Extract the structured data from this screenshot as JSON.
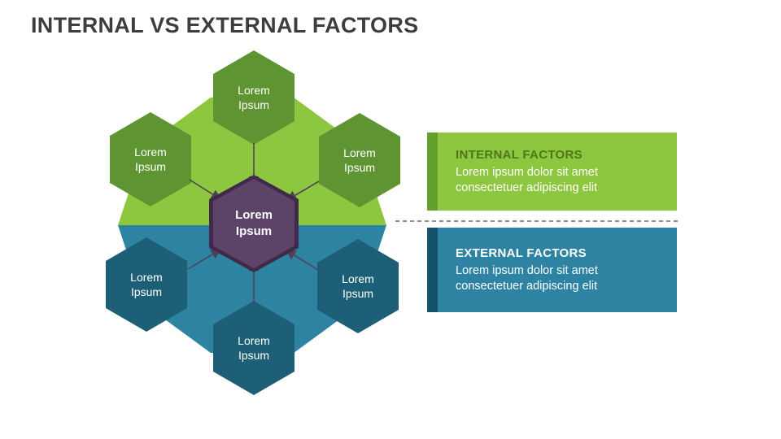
{
  "title": "INTERNAL VS EXTERNAL FACTORS",
  "diagram": {
    "center": {
      "label": "Lorem\nIpsum"
    },
    "hexagons": [
      {
        "position": "top",
        "group": "internal",
        "label": "Lorem\nIpsum"
      },
      {
        "position": "upper-left",
        "group": "internal",
        "label": "Lorem\nIpsum"
      },
      {
        "position": "upper-right",
        "group": "internal",
        "label": "Lorem\nIpsum"
      },
      {
        "position": "lower-left",
        "group": "external",
        "label": "Lorem\nIpsum"
      },
      {
        "position": "lower-right",
        "group": "external",
        "label": "Lorem\nIpsum"
      },
      {
        "position": "bottom",
        "group": "external",
        "label": "Lorem\nIpsum"
      }
    ]
  },
  "panels": {
    "internal": {
      "heading": "INTERNAL FACTORS",
      "body": "Lorem ipsum dolor sit amet\nconsectetuer adipiscing elit"
    },
    "external": {
      "heading": "EXTERNAL FACTORS",
      "body": "Lorem ipsum dolor sit amet\nconsectetuer adipiscing elit"
    }
  },
  "colors": {
    "title_color": "#3D3D3D",
    "internal_light": "#8DC63F",
    "internal_dark": "#64A02C",
    "internal_heading": "#4F7717",
    "hexagon_green": "#5F9433",
    "external_light": "#2E83A3",
    "external_dark": "#14536A",
    "external_heading": "#FFFFFF",
    "hexagon_teal": "#1D5F76",
    "center_fill": "#5C4367",
    "center_border": "#402A4B",
    "arrow_color": "#4E4354",
    "divider_color": "#8F8F8F",
    "label_color": "#FFFFFF",
    "panel_text": "#FFFFFF"
  }
}
